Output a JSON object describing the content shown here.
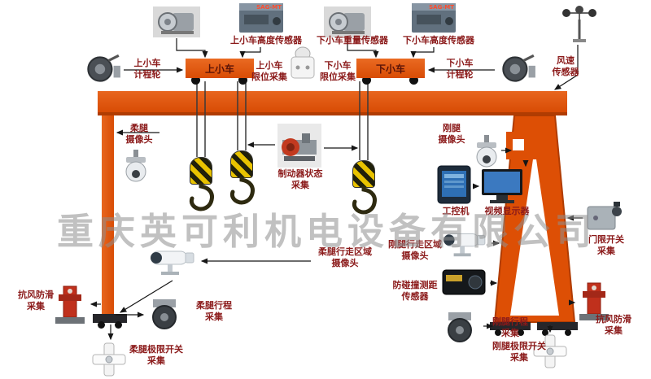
{
  "watermark": "重庆英可利机电设备有限公司",
  "badges": {
    "sensor_model": "SAG-MT"
  },
  "labels": {
    "upper_trolley_height_sensor": "上小车高度传感器",
    "lower_trolley_weight_sensor": "下小车重量传感器",
    "lower_trolley_height_sensor": "下小车高度传感器",
    "upper_trolley_odometer": "上小车\n计程轮",
    "lower_trolley_odometer": "下小车\n计程轮",
    "upper_trolley": "上小车",
    "lower_trolley": "下小车",
    "upper_trolley_limit": "上小车\n限位采集",
    "lower_trolley_limit": "下小车\n限位采集",
    "wind_speed_sensor": "风速\n传感器",
    "flex_leg_camera": "柔腿\n摄像头",
    "rigid_leg_camera": "刚腿\n摄像头",
    "brake_status": "制动器状态\n采集",
    "industrial_pc": "工控机",
    "video_display": "视频显示器",
    "door_limit_switch": "门限开关\n采集",
    "flex_leg_area_camera": "柔腿行走区域\n摄像头",
    "rigid_leg_area_camera": "刚腿行走区域\n摄像头",
    "anti_collision_sensor": "防碰撞测距\n传感器",
    "anti_wind_left": "抗风防滑\n采集",
    "anti_wind_right": "抗风防滑\n采集",
    "flex_leg_travel": "柔腿行程\n采集",
    "rigid_leg_travel": "刚腿行程\n采集",
    "flex_leg_limit_switch": "柔腿极限开关\n采集",
    "rigid_leg_limit_switch": "刚腿极限开关\n采集"
  },
  "colors": {
    "crane_orange": "#dd4f05",
    "label_red": "#8b1a1a",
    "watermark_gray": "#8f8f8f",
    "hook_stripe_yellow": "#e8c200",
    "line_black": "#161616"
  },
  "icons": {
    "hoist-motor-icon": "svg-shape",
    "height-sensor-icon": "svg-shape",
    "weight-sensor-icon": "svg-shape",
    "anemometer-icon": "svg-shape",
    "odometer-wheel-icon": "svg-shape",
    "limit-sensor-icon": "svg-shape",
    "ptz-camera-icon": "svg-shape",
    "brake-icon": "svg-shape",
    "touch-panel-icon": "svg-shape",
    "monitor-icon": "svg-shape",
    "door-switch-icon": "svg-shape",
    "bullet-camera-icon": "svg-shape",
    "distance-sensor-icon": "svg-shape",
    "windproof-device-icon": "svg-shape",
    "travel-wheel-icon": "svg-shape",
    "limit-switch-icon": "svg-shape",
    "crane-hook-icon": "svg-shape"
  }
}
